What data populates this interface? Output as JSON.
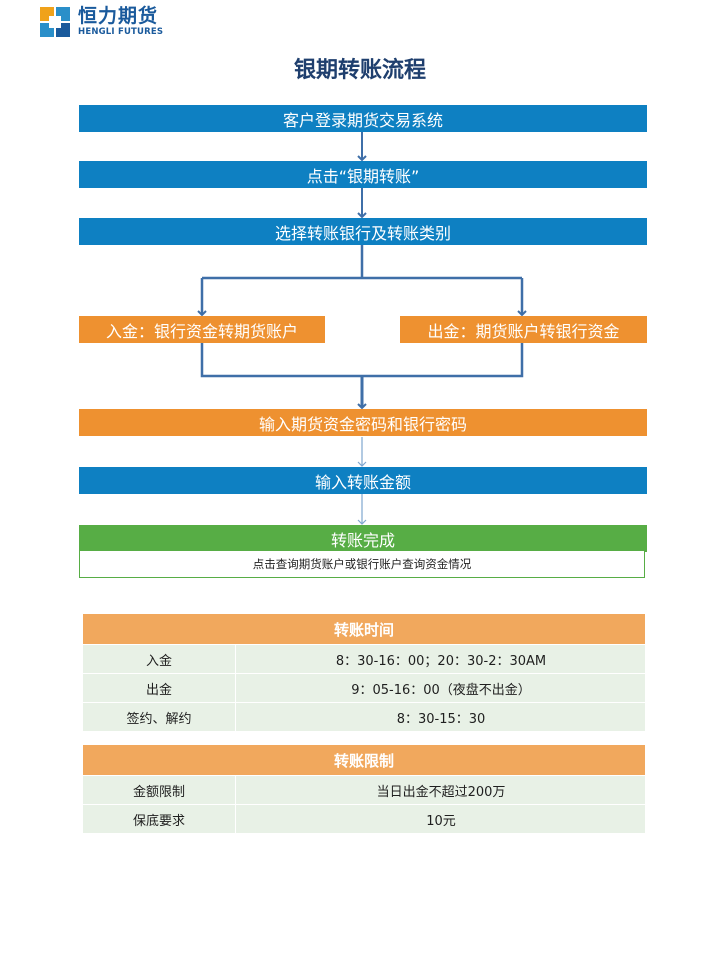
{
  "brand": {
    "name_cn": "恒力期货",
    "name_en": "HENGLI FUTURES",
    "colors": {
      "blue": "#0e80c2",
      "orange": "#ee9130",
      "green": "#57ad45"
    }
  },
  "title": "银期转账流程",
  "flow": {
    "step1": "客户登录期货交易系统",
    "step2": "点击“银期转账”",
    "step3": "选择转账银行及转账类别",
    "branch_in": "入金：银行资金转期货账户",
    "branch_out": "出金：期货账户转银行资金",
    "step4": "输入期货资金密码和银行密码",
    "step5": "输入转账金额",
    "done": "转账完成",
    "done_note": "点击查询期货账户或银行账户查询资金情况"
  },
  "transfer_time": {
    "header": "转账时间",
    "rows": [
      {
        "label": "入金",
        "value": "8：30-16：00；20：30-2：30AM"
      },
      {
        "label": "出金",
        "value": "9：05-16：00（夜盘不出金）"
      },
      {
        "label": "签约、解约",
        "value": "8：30-15：30"
      }
    ]
  },
  "transfer_limit": {
    "header": "转账限制",
    "rows": [
      {
        "label": "金额限制",
        "value": "当日出金不超过200万"
      },
      {
        "label": "保底要求",
        "value": "10元"
      }
    ]
  }
}
